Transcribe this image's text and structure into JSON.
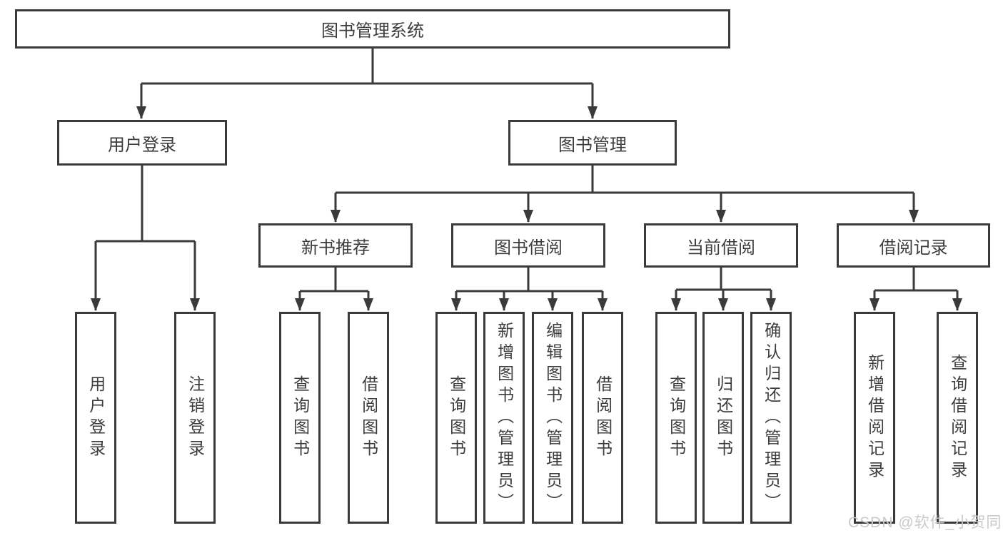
{
  "diagram": {
    "title": "图书管理系统",
    "nodes": {
      "user_login": "用户登录",
      "book_management": "图书管理",
      "login_leaf": "用户登录",
      "logout_leaf": "注销登录",
      "new_book_recommend": "新书推荐",
      "book_borrowing": "图书借阅",
      "current_borrowing": "当前借阅",
      "borrow_records": "借阅记录",
      "rec_query_books": "查询图书",
      "rec_borrow_books": "借阅图书",
      "bor_query_books": "查询图书",
      "bor_add_books": "新增图书（管理员）",
      "bor_edit_books": "编辑图书（管理员）",
      "bor_borrow_books": "借阅图书",
      "cur_query_books": "查询图书",
      "cur_return_books": "归还图书",
      "cur_confirm_return": "确认归还（管理员）",
      "rcd_add_record": "新增借阅记录",
      "rcd_query_record": "查询借阅记录"
    },
    "watermark": "CSDN @软件_小贺同学",
    "colors": {
      "line": "#3a3a3a",
      "text": "#3d3d3d",
      "watermark": "#c9c9c9",
      "background": "#ffffff"
    }
  }
}
